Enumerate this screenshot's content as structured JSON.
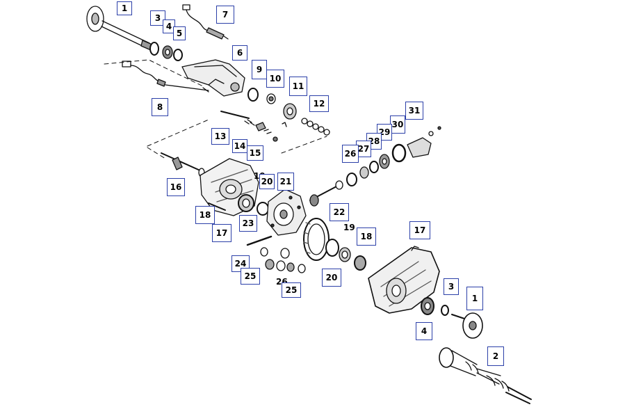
{
  "diagram": {
    "labels": {
      "l1a": "1",
      "l3a": "3",
      "l4a": "4",
      "l5a": "5",
      "l7": "7",
      "l6": "6",
      "l9": "9",
      "l10": "10",
      "l11": "11",
      "l12": "12",
      "l8": "8",
      "l13": "13",
      "l14": "14",
      "l15": "15",
      "l31": "31",
      "l30": "30",
      "l29": "29",
      "l28": "28",
      "l27": "27",
      "l26a": "26",
      "l16": "16",
      "l19a": "19",
      "l20a": "20",
      "l21": "21",
      "l18a": "18",
      "l17a": "17",
      "l22": "22",
      "l23": "23",
      "l24": "24",
      "l25a": "25",
      "l26b": "26",
      "l25b": "25",
      "l19b": "19",
      "l18b": "18",
      "l20b": "20",
      "l17b": "17",
      "l3b": "3",
      "l1b": "1",
      "l4b": "4",
      "l2": "2"
    }
  }
}
